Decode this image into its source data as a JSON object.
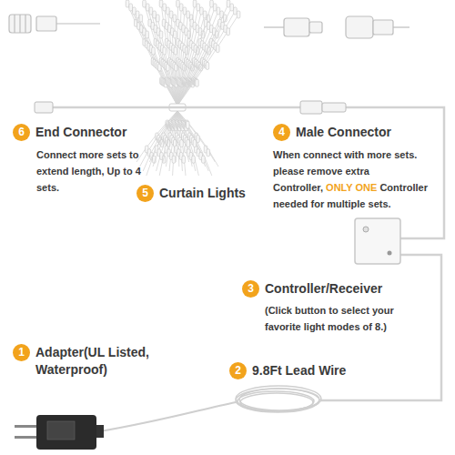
{
  "diagram": {
    "labels": [
      "6",
      "End Connector",
      "Connect more sets to extend length, Up to 4 sets.",
      "4",
      "Male Connector",
      "When connect with more sets. please remove extra Controller,",
      "ONLY ONE",
      "Controller needed for multiple sets.",
      "5",
      "Curtain Lights",
      "3",
      "Controller/Receiver",
      "(Click button to select your favorite light modes of 8.)",
      "1",
      "Adapter(UL Listed, Waterproof)",
      "2",
      "9.8Ft Lead Wire"
    ]
  }
}
